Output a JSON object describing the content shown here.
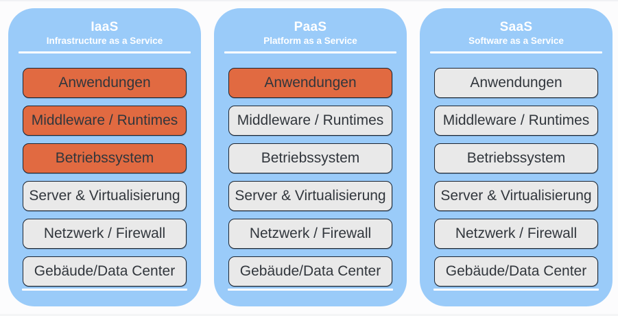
{
  "diagram": {
    "description_note": "Cloud service model comparison diagram (IaaS / PaaS / SaaS layer stacks)"
  },
  "colors": {
    "panel_blue": "#9ACBF9",
    "highlight_orange": "#E16A41",
    "box_gray": "#E9E9E9",
    "box_border": "#1B2430",
    "box_text": "#31363C",
    "header_text": "#FFFFFF",
    "rule_white": "#FFFFFF"
  },
  "columns": [
    {
      "id": "iaas",
      "title": "IaaS",
      "subtitle": "Infrastructure as a Service",
      "layers": [
        {
          "label": "Anwendungen",
          "highlighted": true
        },
        {
          "label": "Middleware / Runtimes",
          "highlighted": true
        },
        {
          "label": "Betriebssystem",
          "highlighted": true
        },
        {
          "label": "Server & Virtualisierung",
          "highlighted": false
        },
        {
          "label": "Netzwerk / Firewall",
          "highlighted": false
        },
        {
          "label": "Gebäude/Data Center",
          "highlighted": false
        }
      ]
    },
    {
      "id": "paas",
      "title": "PaaS",
      "subtitle": "Platform as a Service",
      "layers": [
        {
          "label": "Anwendungen",
          "highlighted": true
        },
        {
          "label": "Middleware / Runtimes",
          "highlighted": false
        },
        {
          "label": "Betriebssystem",
          "highlighted": false
        },
        {
          "label": "Server & Virtualisierung",
          "highlighted": false
        },
        {
          "label": "Netzwerk / Firewall",
          "highlighted": false
        },
        {
          "label": "Gebäude/Data Center",
          "highlighted": false
        }
      ]
    },
    {
      "id": "saas",
      "title": "SaaS",
      "subtitle": "Software as a Service",
      "layers": [
        {
          "label": "Anwendungen",
          "highlighted": false
        },
        {
          "label": "Middleware / Runtimes",
          "highlighted": false
        },
        {
          "label": "Betriebssystem",
          "highlighted": false
        },
        {
          "label": "Server & Virtualisierung",
          "highlighted": false
        },
        {
          "label": "Netzwerk / Firewall",
          "highlighted": false
        },
        {
          "label": "Gebäude/Data Center",
          "highlighted": false
        }
      ]
    }
  ]
}
